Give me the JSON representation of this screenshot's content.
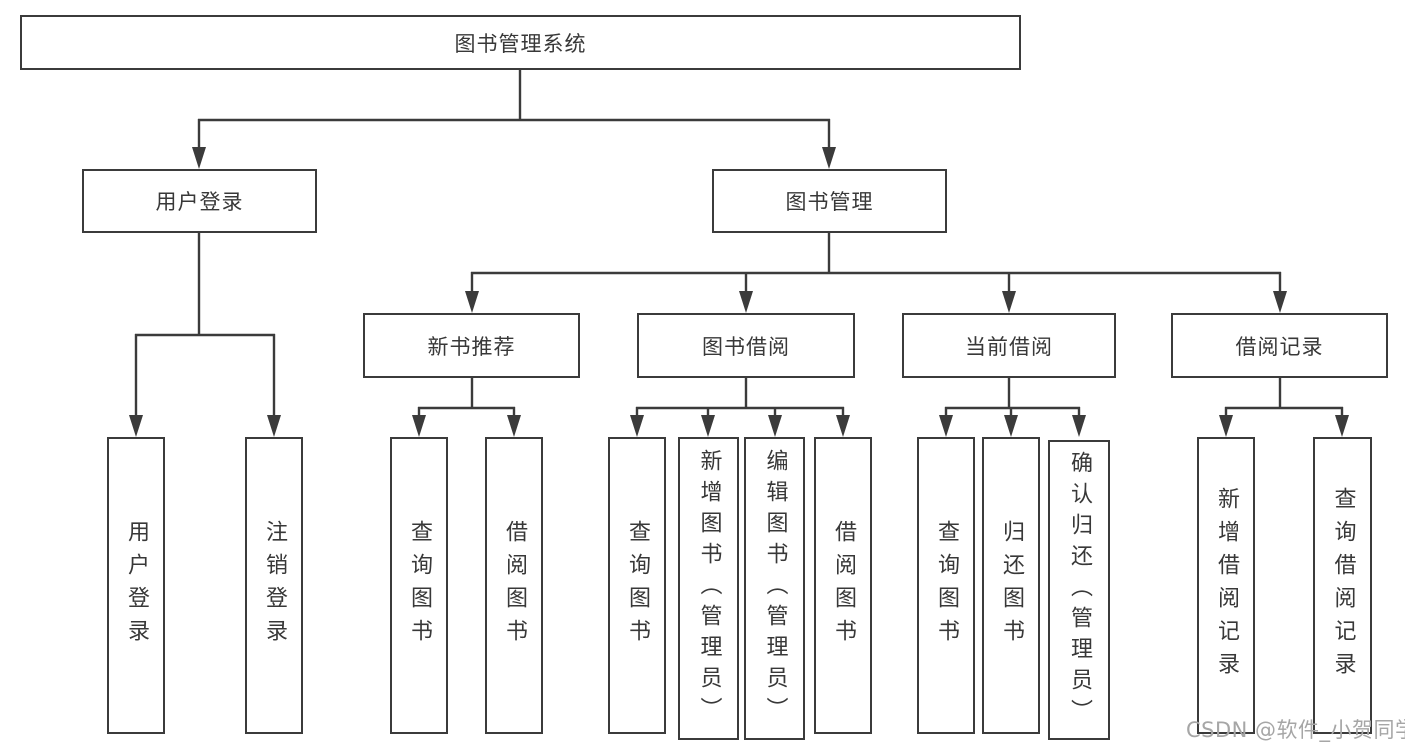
{
  "diagram": {
    "root": {
      "label": "图书管理系统"
    },
    "level2": {
      "user_login": {
        "label": "用户登录"
      },
      "book_management": {
        "label": "图书管理"
      }
    },
    "level3": {
      "new_book_recommend": {
        "label": "新书推荐"
      },
      "book_borrowing": {
        "label": "图书借阅"
      },
      "current_borrowing": {
        "label": "当前借阅"
      },
      "borrowing_records": {
        "label": "借阅记录"
      }
    },
    "leaves": {
      "login": {
        "label": "用户登录"
      },
      "logout": {
        "label": "注销登录"
      },
      "rec_query_books": {
        "label": "查询图书"
      },
      "rec_borrow_books": {
        "label": "借阅图书"
      },
      "bb_query_books": {
        "label": "查询图书"
      },
      "bb_add_books": {
        "label": "新增图书（管理员）"
      },
      "bb_edit_books": {
        "label": "编辑图书（管理员）"
      },
      "bb_borrow_books": {
        "label": "借阅图书"
      },
      "cb_query_books": {
        "label": "查询图书"
      },
      "cb_return_books": {
        "label": "归还图书"
      },
      "cb_confirm_return": {
        "label": "确认归还（管理员）"
      },
      "br_add_record": {
        "label": "新增借阅记录"
      },
      "br_query_record": {
        "label": "查询借阅记录"
      }
    }
  },
  "watermark": {
    "text": "CSDN @软件_小贺同学"
  },
  "colors": {
    "line": "#3b3b3b",
    "box_border": "#3b3b3b",
    "text": "#383838",
    "watermark": "#a6a6a6",
    "background": "#ffffff"
  }
}
